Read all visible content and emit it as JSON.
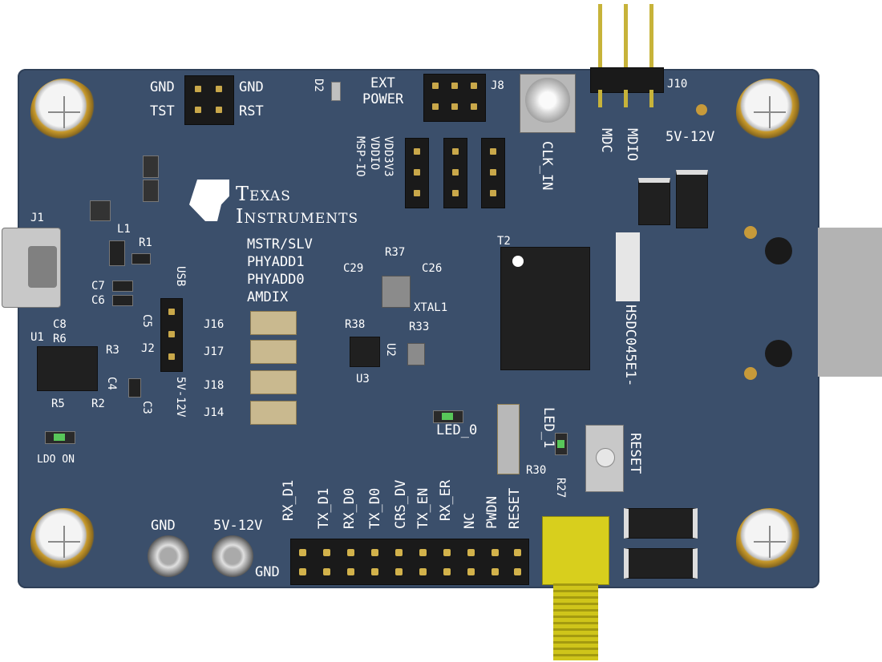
{
  "brand": {
    "line1": "Texas",
    "line2": "Instruments"
  },
  "labels": {
    "gnd_top_left": "GND",
    "gnd_top_right": "GND",
    "tst": "TST",
    "rst": "RST",
    "d2": "D2",
    "ext_power_1": "EXT",
    "ext_power_2": "POWER",
    "j8": "J8",
    "j10": "J10",
    "v_5_12_top": "5V-12V",
    "mdc": "MDC",
    "mdio": "MDIO",
    "clk_in": "CLK_IN",
    "vddio": "VDDIO",
    "vdd3v3": "VDD3V3",
    "msp_io": "MSP-IO",
    "j1": "J1",
    "l1": "L1",
    "r1": "R1",
    "c7": "C7",
    "c6": "C6",
    "c5": "C5",
    "c8": "C8",
    "r6": "R6",
    "u1": "U1",
    "r3": "R3",
    "c4": "C4",
    "c3": "C3",
    "r5": "R5",
    "r2": "R2",
    "ldo_on": "LDO ON",
    "usb": "USB",
    "j2": "J2",
    "v_5_12_j2": "5V-12V",
    "mstr_slv": "MSTR/SLV",
    "phyadd1": "PHYADD1",
    "phyadd0": "PHYADD0",
    "amdix": "AMDIX",
    "j16": "J16",
    "j17": "J17",
    "j18": "J18",
    "j14": "J14",
    "c29": "C29",
    "r37": "R37",
    "c26": "C26",
    "xtal1": "XTAL1",
    "r38": "R38",
    "r33": "R33",
    "u2": "U2",
    "u3": "U3",
    "t2": "T2",
    "hsdc": "HSDC045E1-",
    "led_0": "LED_0",
    "led_1": "LED_1",
    "r30": "R30",
    "r27": "R27",
    "reset_btn": "RESET",
    "gnd_bottom": "GND",
    "v_5_12_bottom": "5V-12V",
    "gnd_header": "GND"
  },
  "header_pins": [
    "RX_D1",
    "TX_D1",
    "RX_D0",
    "TX_D0",
    "CRS_DV",
    "TX_EN",
    "RX_ER",
    "NC",
    "PWDN",
    "RESET"
  ],
  "colors": {
    "pcb": "#3b4f6b",
    "gold": "#c79a3a",
    "connector_yellow": "#d8cf1d"
  }
}
